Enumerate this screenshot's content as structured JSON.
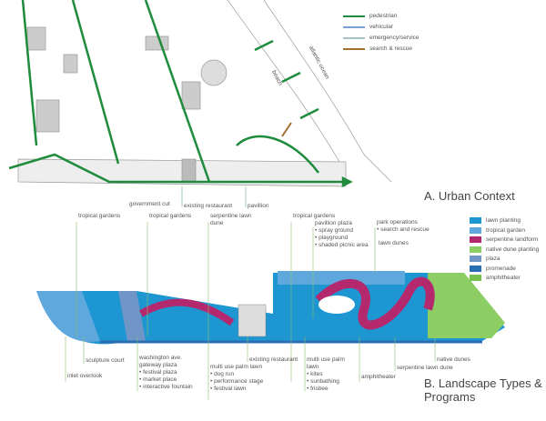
{
  "urban_legend": [
    {
      "label": "pedestrian",
      "color": "#1e8c3c"
    },
    {
      "label": "vehicular",
      "color": "#7aa0d8"
    },
    {
      "label": "emergency/service",
      "color": "#a8c0c8"
    },
    {
      "label": "search & rescue",
      "color": "#a07030"
    }
  ],
  "urban_labels": {
    "beach": "beach",
    "ocean": "atlantic ocean",
    "government_cut": "government cut",
    "existing_restaurant": "existing restaurant",
    "pavillion": "pavillion"
  },
  "title_a": "A. Urban Context",
  "title_b": "B. Landscape Types & Programs",
  "landscape_legend": [
    {
      "label": "lawn planting",
      "color": "#1e96d2"
    },
    {
      "label": "tropical garden",
      "color": "#5ea8de"
    },
    {
      "label": "serpentine landform",
      "color": "#b4286e"
    },
    {
      "label": "native dune planting",
      "color": "#8ccd64"
    },
    {
      "label": "plaza",
      "color": "#7096c8"
    },
    {
      "label": "promenade",
      "color": "#2a6eb4"
    },
    {
      "label": "amphitheater",
      "color": "#78c050"
    }
  ],
  "top_labels": {
    "tg1": "tropical gardens",
    "tg2": "tropical gardens",
    "sld": "serpentine lawn",
    "sld2": "dune",
    "tg3": "tropical gardens",
    "pp": "pavillion plaza",
    "pp1": "• spray ground",
    "pp2": "• playground",
    "pp3": "• shaded picnic area",
    "po": "park operations",
    "po1": "• search and rescue",
    "ld": "lawn dunes"
  },
  "bottom_labels": {
    "sc": "sculpture court",
    "io": "inlet overlook",
    "wa": "washington ave.",
    "wa2": "gateway plaza",
    "wa3": "• festival plaza",
    "wa4": "• market place",
    "wa5": "• interactive fountain",
    "mu": "multi use palm lawn",
    "mu1": "• dog run",
    "mu2": "• performance stage",
    "mu3": "• festival lawn",
    "er": "existing restaurant",
    "mp": "multi use palm",
    "mp2": "lawn",
    "mp3": "• kites",
    "mp4": "• sunbathing",
    "mp5": "• frisbee",
    "am": "amphitheater",
    "sl": "serpentine lawn dune",
    "nd": "native dunes"
  }
}
